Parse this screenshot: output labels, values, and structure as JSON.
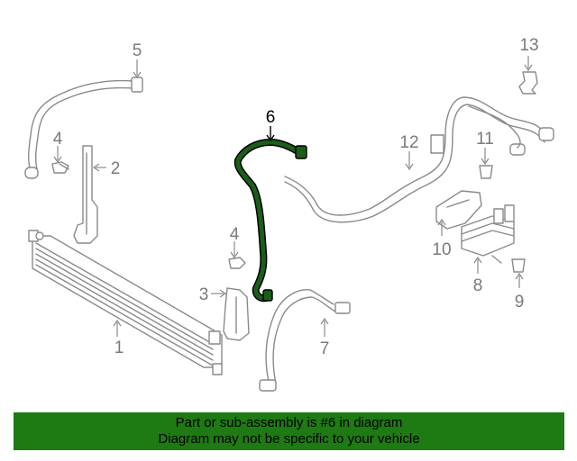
{
  "callouts": {
    "c1": "1",
    "c2": "2",
    "c3": "3",
    "c4a": "4",
    "c4b": "4",
    "c5": "5",
    "c6": "6",
    "c7": "7",
    "c8": "8",
    "c9": "9",
    "c10": "10",
    "c11": "11",
    "c12": "12",
    "c13": "13"
  },
  "highlight_part": "6",
  "colors": {
    "highlight_part": "#1a5e1a",
    "highlight_outline": "#000000",
    "parts": "#8a8a8a",
    "banner": "#1e7a12"
  },
  "banner": {
    "line1": "Part or sub-assembly is #6 in diagram",
    "line2": "Diagram may not be specific to your vehicle"
  }
}
